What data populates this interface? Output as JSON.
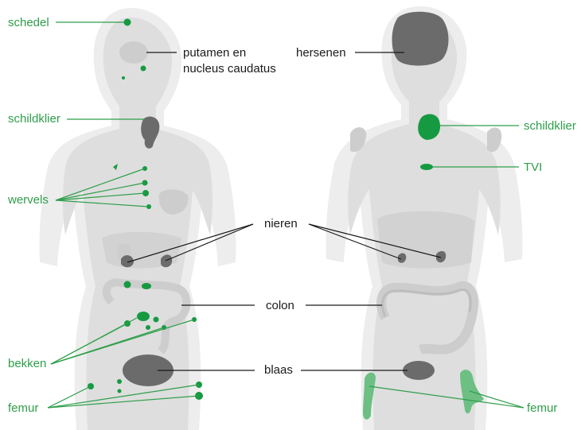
{
  "colors": {
    "body_outer": "#ededed",
    "body_inner": "#dedede",
    "organ_faint": "#cdcdcd",
    "organ_dark": "#6b6b6b",
    "uptake_green": "#169a41",
    "femur_light_green": "#6dbf84",
    "label_green": "#2e9e4a",
    "label_dark": "#1a1a1a"
  },
  "labels": {
    "left": {
      "schedel": "schedel",
      "schildklier": "schildklier",
      "wervels": "wervels",
      "bekken": "bekken",
      "femur": "femur"
    },
    "center": {
      "putamen_line1": "putamen en",
      "putamen_line2": "nucleus caudatus",
      "hersenen": "hersenen",
      "nieren": "nieren",
      "colon": "colon",
      "blaas": "blaas"
    },
    "right": {
      "schildklier": "schildklier",
      "tvi": "TVI",
      "femur": "femur"
    }
  }
}
